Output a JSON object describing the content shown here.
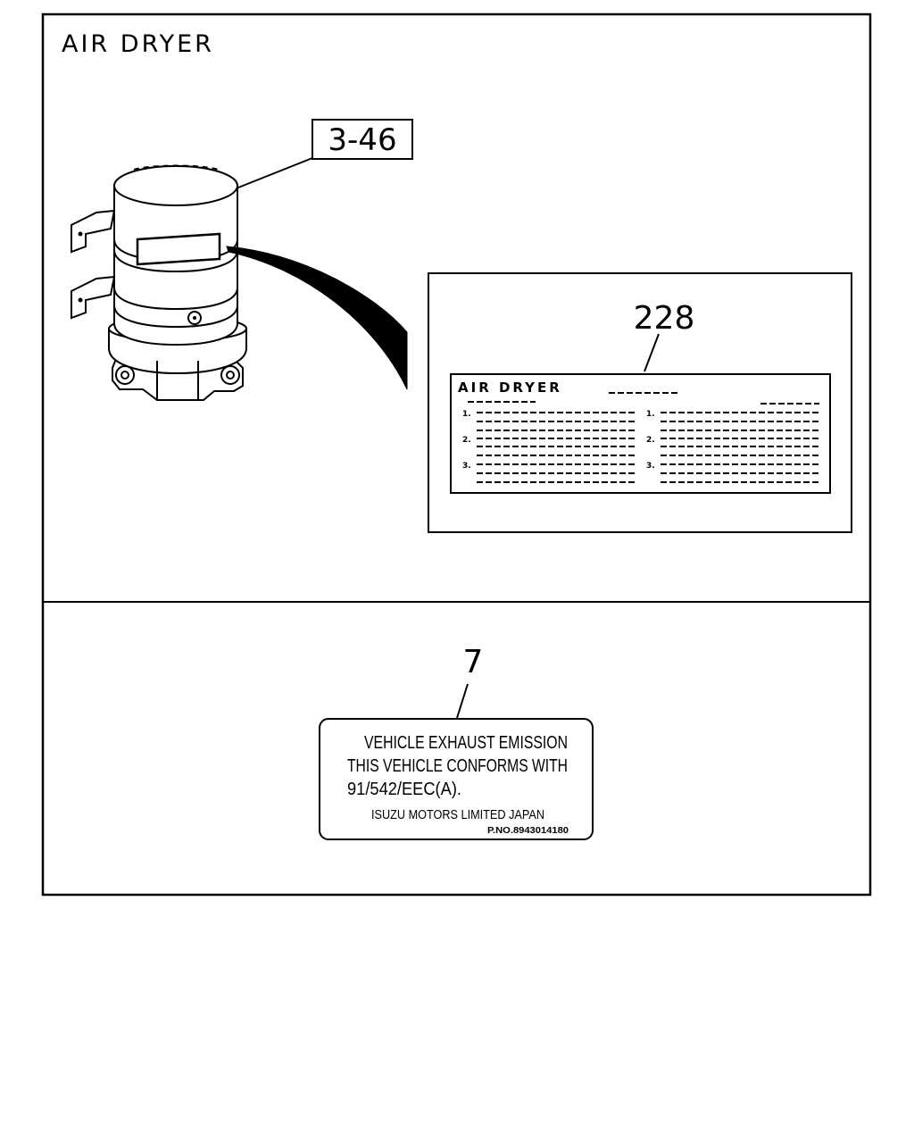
{
  "title": "AIR DRYER",
  "callouts": {
    "dryer_ref": "3-46",
    "label_ref": "228",
    "emission_label_ref": "7"
  },
  "dryer_label_card": {
    "title": "AIR DRYER",
    "rows_left": [
      "1.",
      "2.",
      "3."
    ],
    "rows_right": [
      "1.",
      "2.",
      "3."
    ]
  },
  "emission_label": {
    "line1": "VEHICLE EXHAUST EMISSION",
    "line2": "THIS VEHICLE CONFORMS WITH",
    "line3": "91/542/EEC(A).",
    "line4": "ISUZU MOTORS LIMITED JAPAN",
    "part_no": "P.NO.8943014180"
  },
  "colors": {
    "ink": "#000000",
    "paper": "#ffffff"
  }
}
